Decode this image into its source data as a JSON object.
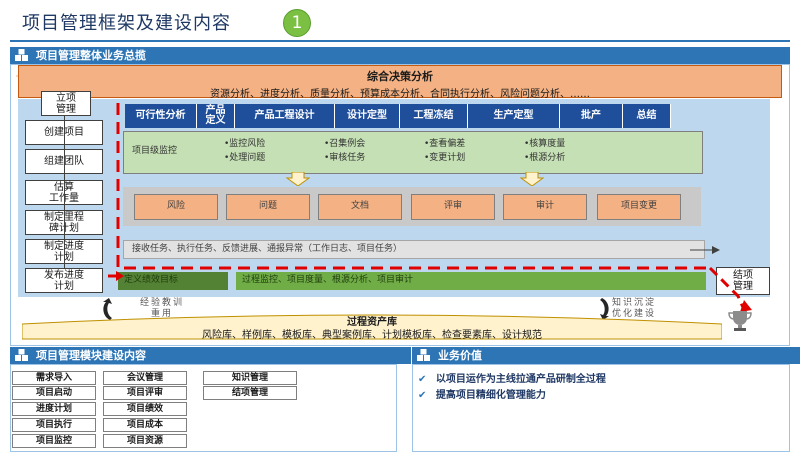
{
  "title": "项目管理框架及建设内容",
  "title_number": "1",
  "overview": {
    "heading": "项目管理整体业务总揽",
    "decision": {
      "title": "综合决策分析",
      "subtitle": "资源分析、进度分析、质量分析、预算成本分析、合同执行分析、风险问题分析、……"
    },
    "steps": [
      "立项\n管理",
      "创建项目",
      "组建团队",
      "估算\n工作量",
      "制定里程\n碑计划",
      "制定进度\n计划",
      "发布进度\n计划"
    ],
    "phases": [
      "可行性分析",
      "产品\n定义",
      "产品工程设计",
      "设计定型",
      "工程冻结",
      "生产定型",
      "批产",
      "总结"
    ],
    "monitor": {
      "label": "项目级监控",
      "items": [
        "•监控风险",
        "•召集例会",
        "•查看偏差",
        "•核算度量",
        "•处理问题",
        "•审核任务",
        "•变更计划",
        "•根源分析"
      ]
    },
    "risk_items": [
      "风险",
      "问题",
      "文档",
      "评审",
      "审计",
      "项目变更"
    ],
    "task_bar": "接收任务、执行任务、反馈进展、通报异常（工作日志、项目任务）",
    "kpi_bar": "定义绩效目标",
    "kpi_bar2": "过程监控、项目度量、根源分析、项目审计",
    "close": "结项\n管理",
    "lessons_left": "经验教训\n重用",
    "lessons_right": "知识沉淀\n优化建设",
    "library": {
      "title": "过程资产库",
      "items": "风险库、样例库、模板库、典型案例库、计划模板库、检查要素库、设计规范"
    }
  },
  "modules": {
    "heading": "项目管理模块建设内容",
    "items": [
      "需求导入",
      "会议管理",
      "知识管理",
      "项目启动",
      "项目评审",
      "结项管理",
      "进度计划",
      "项目绩效",
      "项目执行",
      "项目成本",
      "项目监控",
      "项目资源"
    ]
  },
  "value": {
    "heading": "业务价值",
    "items": [
      "以项目运作为主线拉通产品研制全过程",
      "提高项目精细化管理能力"
    ]
  },
  "colors": {
    "accent": "#2e75b6",
    "phase_bar": "#1f4e9a",
    "orange": "#f4b183",
    "green": "#c5e0b4",
    "dashed_red": "#e00000"
  }
}
